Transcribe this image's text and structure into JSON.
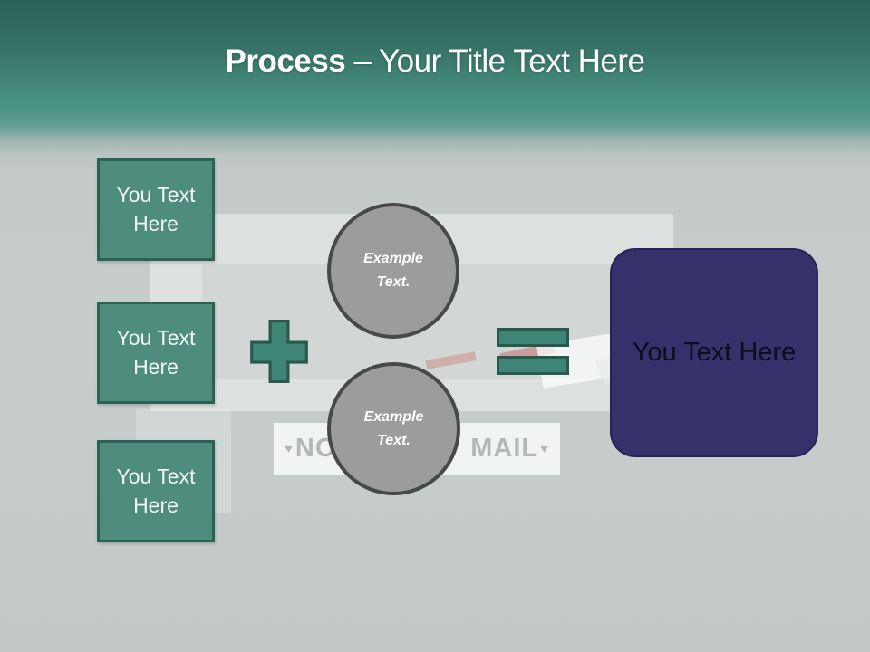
{
  "slide": {
    "title": {
      "emphasis": "Process",
      "rest": " – Your Title Text Here"
    },
    "left_boxes": [
      {
        "label": "You Text Here"
      },
      {
        "label": "You Text Here"
      },
      {
        "label": "You Text Here"
      }
    ],
    "circles": [
      {
        "label": "Example Text."
      },
      {
        "label": "Example Text."
      }
    ],
    "icons": {
      "plus": "plus-sign",
      "equals": "equals-sign"
    },
    "result_box": {
      "label": "You Text Here"
    },
    "background_photo": {
      "sign_left_decor": "♥",
      "sign_left": "NO",
      "sign_right": "MAIL",
      "sign_right_decor": "♥"
    },
    "colors": {
      "header_teal_dark": "#2b655a",
      "header_teal_light": "#4a9486",
      "body_gray": "#c4cbc9",
      "box_teal_fill": "#4e8d7e",
      "box_teal_border": "#2b6253",
      "operator_fill": "#3e8577",
      "operator_border": "#27594c",
      "circle_fill": "#9c9c9c",
      "circle_border": "#484848",
      "result_fill": "#36316a",
      "result_border": "#27235a",
      "title_text": "#ffffff",
      "sign_text": "#b3b9b7"
    }
  }
}
